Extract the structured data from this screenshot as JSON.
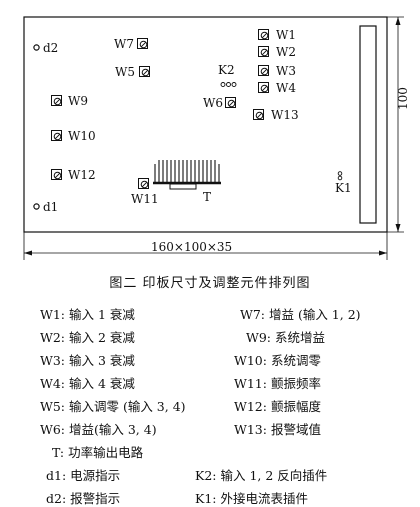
{
  "board": {
    "trimmers": [
      {
        "id": "W7",
        "label": "W7"
      },
      {
        "id": "W5",
        "label": "W5"
      },
      {
        "id": "W1",
        "label": "W1"
      },
      {
        "id": "W2",
        "label": "W2"
      },
      {
        "id": "W3",
        "label": "W3"
      },
      {
        "id": "W4",
        "label": "W4"
      },
      {
        "id": "W6",
        "label": "W6"
      },
      {
        "id": "W13",
        "label": "W13"
      },
      {
        "id": "W9",
        "label": "W9"
      },
      {
        "id": "W10",
        "label": "W10"
      },
      {
        "id": "W12",
        "label": "W12"
      },
      {
        "id": "W11",
        "label": "W11"
      }
    ],
    "d2_label": "d2",
    "d1_label": "d1",
    "k2_label": "K2",
    "k1_label": "K1",
    "t_label": "T",
    "height_dim": "100",
    "bottom_dim": "160×100×35"
  },
  "caption": "图二  印板尺寸及调整元件排列图",
  "legend": {
    "W1": "W1: 输入 1 衰减",
    "W2": "W2: 输入 2 衰减",
    "W3": "W3: 输入 3 衰减",
    "W4": "W4: 输入 4 衰减",
    "W5": "W5: 输入调零 (输入 3, 4)",
    "W6": "W6: 增益(输入 3, 4)",
    "T": "T: 功率输出电路",
    "d1": "d1: 电源指示",
    "d2": "d2: 报警指示",
    "W7": "W7: 增益 (输入 1, 2)",
    "W9": "W9: 系统增益",
    "W10": "W10: 系统调零",
    "W11": "W11: 颤振频率",
    "W12": "W12: 颤振幅度",
    "W13": "W13: 报警域值",
    "K2": "K2: 输入 1, 2  反向插件",
    "K1": "K1: 外接电流表插件"
  }
}
